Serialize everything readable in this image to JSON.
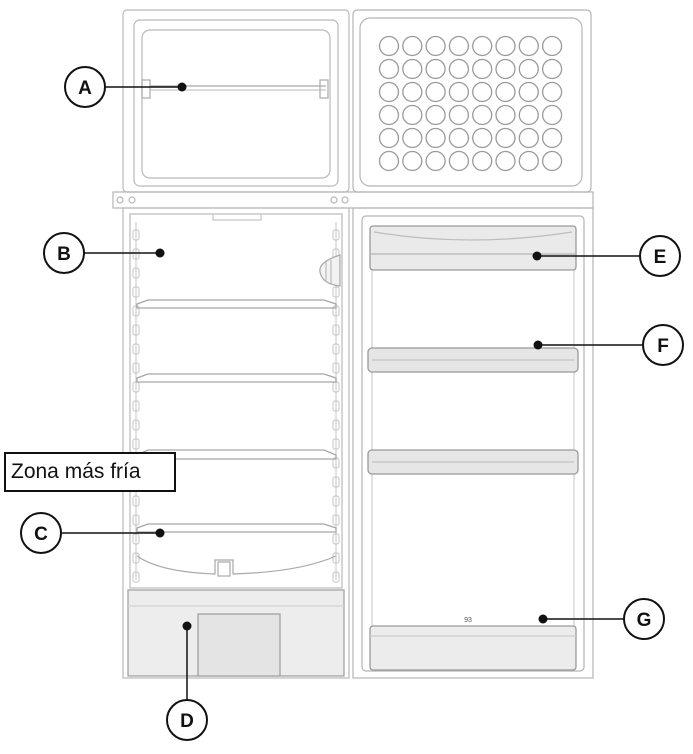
{
  "zone_label": "Zona más fría",
  "shelf_number_text": "93",
  "callouts": [
    {
      "id": "A",
      "letter": "A"
    },
    {
      "id": "B",
      "letter": "B"
    },
    {
      "id": "C",
      "letter": "C"
    },
    {
      "id": "D",
      "letter": "D"
    },
    {
      "id": "E",
      "letter": "E"
    },
    {
      "id": "F",
      "letter": "F"
    },
    {
      "id": "G",
      "letter": "G"
    }
  ]
}
